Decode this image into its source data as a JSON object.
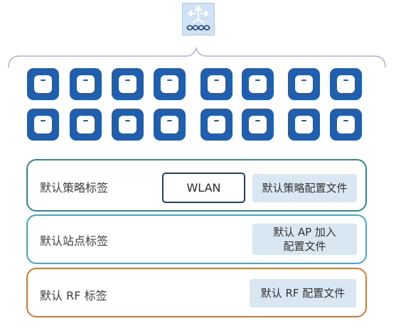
{
  "icons": {
    "controller": "wireless-controller-icon",
    "access_point": "access-point-icon"
  },
  "colors": {
    "ap_blue": "#1f5fae",
    "policy_border": "#2f8a86",
    "site_border": "#43a8cf",
    "rf_border": "#e0782c",
    "config_fill": "#d9e7f3",
    "wlan_border": "#1f3f6e"
  },
  "access_points": {
    "rows": 2,
    "per_row": 8
  },
  "tags": {
    "policy": {
      "label": "默认策略标签",
      "wlan": "WLAN",
      "profile": "默认策略配置文件"
    },
    "site": {
      "label": "默认站点标签",
      "profile_line1": "默认 AP 加入",
      "profile_line2": "配置文件"
    },
    "rf": {
      "label": "默认 RF 标签",
      "profile": "默认 RF 配置文件"
    }
  }
}
